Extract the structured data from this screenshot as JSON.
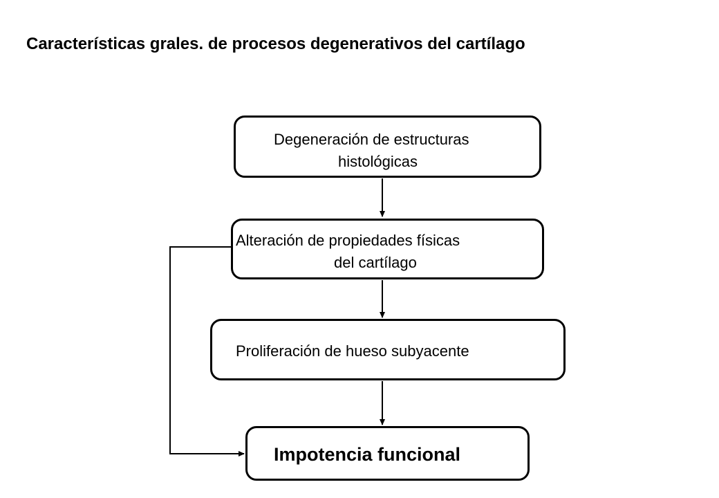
{
  "title": "Características grales. de procesos degenerativos del cartílago",
  "nodes": [
    {
      "id": "degeneracion",
      "lines": [
        "Degeneración de estructuras",
        "histológicas"
      ]
    },
    {
      "id": "alteracion",
      "lines": [
        "Alteración de propiedades físicas",
        "del cartílago"
      ]
    },
    {
      "id": "proliferacion",
      "lines": [
        "Proliferación de hueso subyacente"
      ]
    },
    {
      "id": "impotencia",
      "lines": [
        "Impotencia funcional"
      ],
      "bold": true
    }
  ],
  "edges": [
    {
      "from": "degeneracion",
      "to": "alteracion"
    },
    {
      "from": "alteracion",
      "to": "proliferacion"
    },
    {
      "from": "proliferacion",
      "to": "impotencia"
    },
    {
      "from": "alteracion",
      "to": "impotencia",
      "route": "left-bypass"
    }
  ],
  "colors": {
    "background": "#ffffff",
    "stroke": "#000000",
    "text": "#000000"
  }
}
